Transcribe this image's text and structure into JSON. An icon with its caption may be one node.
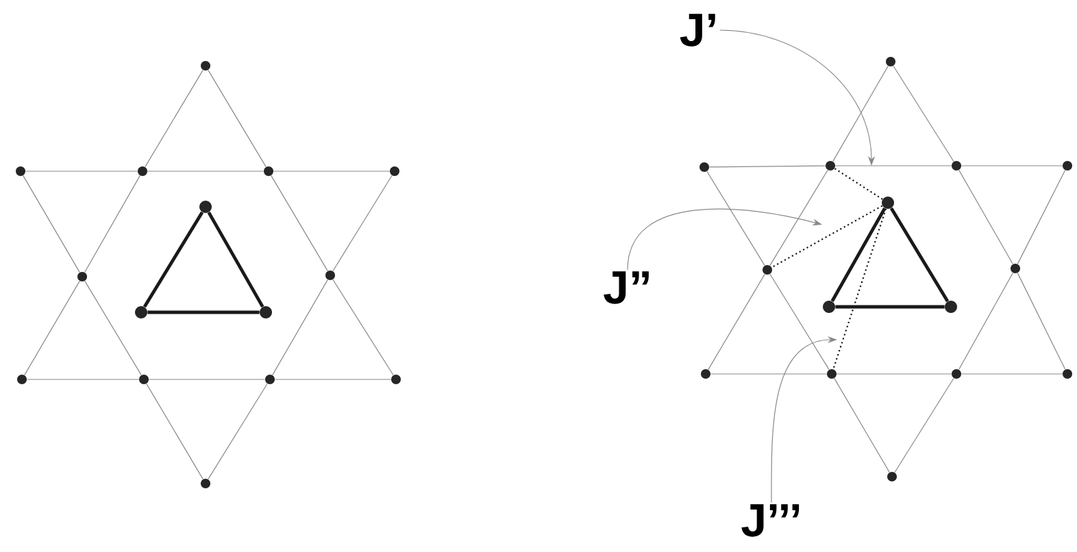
{
  "diagram": {
    "nodes": [
      {
        "text": [],
        "shape": "circle"
      },
      {
        "text": [],
        "shape": "circle"
      },
      {
        "text": [],
        "shape": "circle"
      },
      {
        "text": [],
        "shape": "circle"
      },
      {
        "text": [],
        "shape": "circle"
      },
      {
        "text": [],
        "shape": "circle"
      },
      {
        "text": [],
        "shape": "circle"
      },
      {
        "text": [],
        "shape": "circle"
      },
      {
        "text": [],
        "shape": "circle"
      },
      {
        "text": [],
        "shape": "circle"
      },
      {
        "text": [],
        "shape": "circle"
      },
      {
        "text": [],
        "shape": "circle"
      },
      {
        "text": [],
        "shape": "circle"
      },
      {
        "text": [],
        "shape": "circle"
      },
      {
        "text": [],
        "shape": "circle"
      },
      {
        "text": [],
        "shape": "circle"
      },
      {
        "text": [],
        "shape": "circle"
      },
      {
        "text": [],
        "shape": "circle"
      },
      {
        "text": [],
        "shape": "circle"
      },
      {
        "text": [],
        "shape": "circle"
      },
      {
        "text": [],
        "shape": "circle"
      },
      {
        "text": [],
        "shape": "circle"
      },
      {
        "text": [],
        "shape": "circle"
      },
      {
        "text": [],
        "shape": "circle"
      },
      {
        "text": [],
        "shape": "circle"
      },
      {
        "text": [],
        "shape": "circle"
      },
      {
        "text": [],
        "shape": "circle"
      },
      {
        "text": [],
        "shape": "circle"
      },
      {
        "text": [],
        "shape": "circle"
      },
      {
        "text": [],
        "shape": "circle"
      },
      {
        "text": [
          "J’"
        ]
      },
      {
        "text": [
          "J”"
        ]
      },
      {
        "text": [
          "J’’’"
        ]
      }
    ],
    "edges": [
      {
        "from": 0,
        "to": 2,
        "arrow": "none"
      },
      {
        "from": 2,
        "to": 6,
        "arrow": "none"
      },
      {
        "from": 6,
        "to": 10,
        "arrow": "none"
      },
      {
        "from": 0,
        "to": 3,
        "arrow": "none"
      },
      {
        "from": 3,
        "to": 7,
        "arrow": "none"
      },
      {
        "from": 7,
        "to": 13,
        "arrow": "none"
      },
      {
        "from": 10,
        "to": 11,
        "arrow": "none"
      },
      {
        "from": 11,
        "to": 12,
        "arrow": "none"
      },
      {
        "from": 12,
        "to": 13,
        "arrow": "none"
      },
      {
        "from": 1,
        "to": 2,
        "arrow": "none"
      },
      {
        "from": 2,
        "to": 3,
        "arrow": "none"
      },
      {
        "from": 3,
        "to": 4,
        "arrow": "none"
      },
      {
        "from": 1,
        "to": 6,
        "arrow": "none"
      },
      {
        "from": 6,
        "to": 11,
        "arrow": "none"
      },
      {
        "from": 11,
        "to": 14,
        "arrow": "none"
      },
      {
        "from": 4,
        "to": 7,
        "arrow": "none"
      },
      {
        "from": 7,
        "to": 12,
        "arrow": "none"
      },
      {
        "from": 12,
        "to": 14,
        "arrow": "none"
      },
      {
        "from": 5,
        "to": 8,
        "arrow": "none",
        "style": "thick",
        "color": "#1a1a1a"
      },
      {
        "from": 5,
        "to": 9,
        "arrow": "none",
        "style": "thick",
        "color": "#1a1a1a"
      },
      {
        "from": 8,
        "to": 9,
        "arrow": "none",
        "style": "thick",
        "color": "#1a1a1a"
      },
      {
        "from": 15,
        "to": 17,
        "arrow": "none"
      },
      {
        "from": 17,
        "to": 21,
        "arrow": "none"
      },
      {
        "from": 21,
        "to": 25,
        "arrow": "none"
      },
      {
        "from": 15,
        "to": 18,
        "arrow": "none"
      },
      {
        "from": 18,
        "to": 22,
        "arrow": "none"
      },
      {
        "from": 22,
        "to": 28,
        "arrow": "none"
      },
      {
        "from": 25,
        "to": 26,
        "arrow": "none"
      },
      {
        "from": 26,
        "to": 27,
        "arrow": "none"
      },
      {
        "from": 27,
        "to": 28,
        "arrow": "none"
      },
      {
        "from": 16,
        "to": 17,
        "arrow": "none"
      },
      {
        "from": 17,
        "to": 18,
        "arrow": "none"
      },
      {
        "from": 18,
        "to": 19,
        "arrow": "none"
      },
      {
        "from": 16,
        "to": 21,
        "arrow": "none"
      },
      {
        "from": 21,
        "to": 26,
        "arrow": "none"
      },
      {
        "from": 26,
        "to": 29,
        "arrow": "none"
      },
      {
        "from": 19,
        "to": 22,
        "arrow": "none"
      },
      {
        "from": 22,
        "to": 27,
        "arrow": "none"
      },
      {
        "from": 27,
        "to": 29,
        "arrow": "none"
      },
      {
        "from": 20,
        "to": 23,
        "arrow": "none",
        "style": "thick",
        "color": "#1a1a1a"
      },
      {
        "from": 20,
        "to": 24,
        "arrow": "none",
        "style": "thick",
        "color": "#1a1a1a"
      },
      {
        "from": 23,
        "to": 24,
        "arrow": "none",
        "style": "thick",
        "color": "#1a1a1a"
      },
      {
        "from": 20,
        "to": 17,
        "arrow": "none",
        "style": "dashed",
        "color": "#1a1a1a"
      },
      {
        "from": 20,
        "to": 21,
        "arrow": "none",
        "style": "dashed",
        "color": "#1a1a1a"
      },
      {
        "from": 20,
        "to": 26,
        "arrow": "none",
        "style": "dashed",
        "color": "#1a1a1a"
      },
      {
        "from": 30,
        "to": null,
        "arrow": "to"
      },
      {
        "from": 31,
        "to": null,
        "arrow": "to"
      },
      {
        "from": 32,
        "to": null,
        "arrow": "to"
      }
    ]
  }
}
